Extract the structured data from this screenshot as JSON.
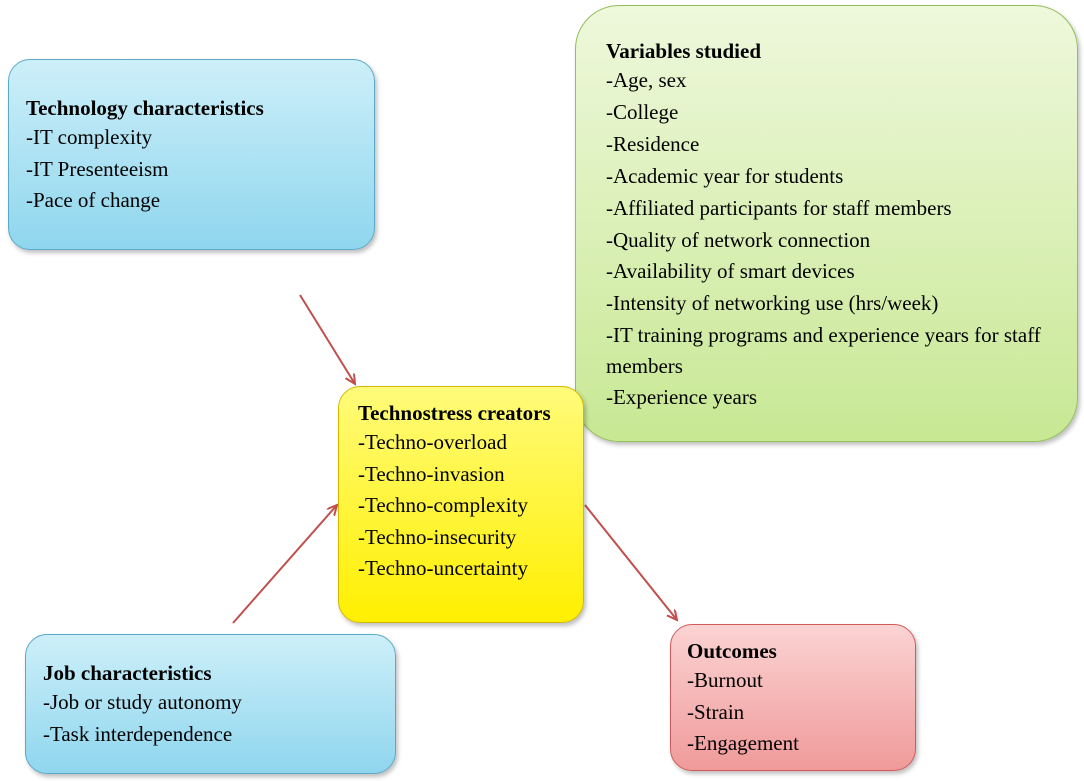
{
  "technology": {
    "title": "Technology characteristics",
    "items": [
      "-IT complexity",
      "-IT Presenteeism",
      "-Pace of change"
    ]
  },
  "job": {
    "title": "Job characteristics",
    "items": [
      "-Job or study autonomy",
      "-Task interdependence"
    ]
  },
  "variables": {
    "title": "Variables studied",
    "items": [
      "-Age, sex",
      "-College",
      "-Residence",
      "-Academic year for students",
      "-Affiliated participants for staff members",
      "-Quality of network connection",
      "-Availability of smart devices",
      "-Intensity of networking use (hrs/week)",
      "-IT training programs and experience years  for staff members",
      "-Experience years"
    ]
  },
  "creators": {
    "title": "Technostress creators",
    "items": [
      "-Techno-overload",
      "-Techno-invasion",
      "-Techno-complexity",
      "-Techno-insecurity",
      "-Techno-uncertainty"
    ]
  },
  "outcomes": {
    "title": "Outcomes",
    "items": [
      "-Burnout",
      "-Strain",
      "-Engagement"
    ]
  },
  "colors": {
    "arrow": "#c0504d",
    "blue_box": "#8fd6ee",
    "green_box": "#c8e894",
    "yellow_box": "#ffef00",
    "red_box": "#f09a9a"
  }
}
